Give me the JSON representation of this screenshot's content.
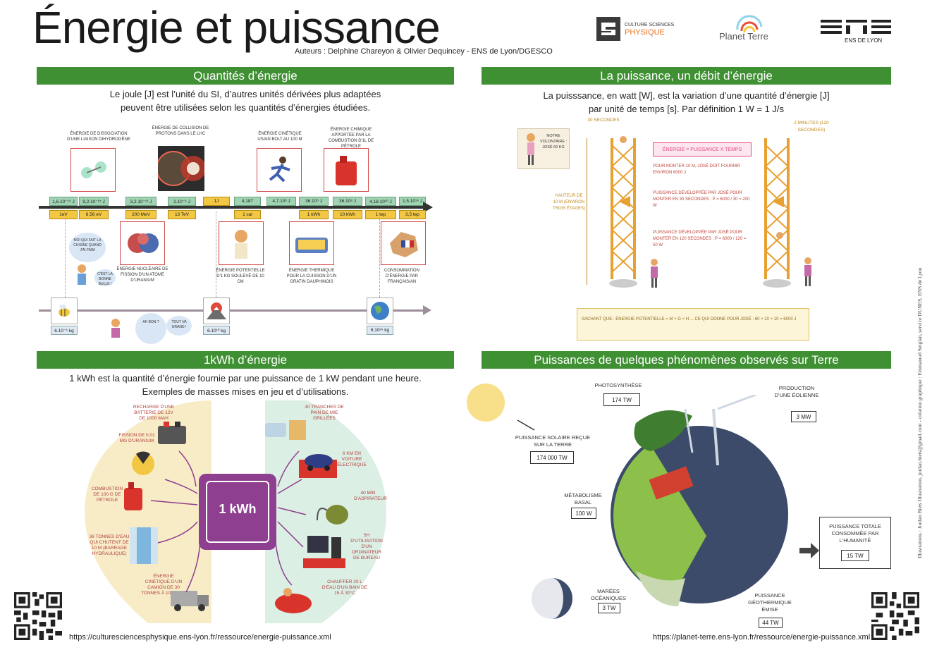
{
  "header": {
    "title": "Énergie et puissance",
    "authors": "Auteurs : Delphine Chareyon & Olivier Dequincey - ENS de Lyon/DGESCO",
    "logos": {
      "csp_line1": "CULTURE SCIENCES",
      "csp_line2": "PHYSIQUE",
      "planet_terre": "Planet Terre",
      "ens": "ENS DE LYON"
    }
  },
  "sections": {
    "quantites": {
      "title": "Quantités d’énergie",
      "intro_line1": "Le joule [J] est l’unité du SI, d’autres unités dérivées plus adaptées",
      "intro_line2": "peuvent être utilisées selon les quantités d’énergies étudiées."
    },
    "puissance": {
      "title": "La puissance, un débit d’énergie",
      "intro_line1": "La puisssance, en watt [W], est la variation d’une quantité d’énergie [J]",
      "intro_line2": "par unité de temps [s]. Par définition 1 W = 1 J/s"
    },
    "kwh": {
      "title": "1kWh d’énergie",
      "intro_line1": "1 kWh est la quantité d’énergie fournie par une puissance de 1 kW pendant une heure.",
      "intro_line2": "Exemples de masses mises en jeu et d’utilisations.",
      "center_label": "1 kWh"
    },
    "phenomenes": {
      "title": "Puissances de quelques phénomènes observés  sur Terre"
    }
  },
  "timeline": {
    "top_values": [
      "1,6.10⁻¹⁹ J",
      "9,2.10⁻¹⁵ J",
      "3,2.10⁻¹¹ J",
      "2.10⁻⁶ J",
      "1J",
      "4,187",
      "4,7.10³ J",
      "36.10⁵ J",
      "36.10⁸ J",
      "4,18.10¹⁰ J",
      "1,5.10¹⁸ J"
    ],
    "bottom_values": [
      "1eV",
      "6,56 eV",
      "200 MeV",
      "13 TeV",
      "1 cal",
      "1 kWh",
      "10 kWh",
      "1 tep",
      "3,5 tep"
    ],
    "upper_labels": [
      "Énergie de dissociation d'une liaison dihydrogène",
      "Énergie de collision de protons dans le LHC",
      "Énergie cinétique Usain Bolt au 100 m",
      "Énergie chimique apportée par la combustion d'1L de pétrole"
    ],
    "lower_labels": [
      "Énergie nucléaire de fission d'un atome d'uranium",
      "Énergie potentielle d'1 kg soulevé de 10 cm",
      "Énergie thermique pour la cuisson d'un gratin dauphinois",
      "Consommation d'énergie par français/an"
    ],
    "mass_values": [
      "6.10⁻⁶ kg",
      "6.10¹⁰ kg",
      "6.10²⁴ kg"
    ],
    "bubbles": [
      "Moi qui fait la cuisine quand j'ai faim",
      "C'est la bonne bulle !",
      "Ah bon ?",
      "Tout va grand !"
    ]
  },
  "puissance_panel": {
    "formula": "ÉNERGIE = PUISSANCE X TEMPS",
    "jose_box": "Notre volontaire : José 60 kg",
    "hauteur": "Hauteur de 10 m (environ trois étages)",
    "time_left": "30 secondes",
    "time_right": "2 minutes (120 secondes)",
    "note1": "Pour monter 10 m, José doit fournir environ 6000 J",
    "note2": "Puissance développée par José pour monter en 30 secondes : P = 6000 / 30 = 200 W",
    "note3": "Puissance développée par José pour monter en 120 secondes : P = 6000 / 120 = 50 W",
    "footnote": "sachant que : Énergie potentielle = m × g × h ... ce qui donne pour José : 60 × 10 × 10 = 6000 J"
  },
  "kwh_panel": {
    "left_labels": [
      "Recharge d'une batterie de 12V de 1000 mAh",
      "Fission de 0,01 mg d'uranium",
      "Combustion de 100 g de pétrole",
      "36 tonnes d'eau qui chutent de 10 m (barrage hydraulique)",
      "Énergie cinétique d'un camion de 30 tonnes à 100 km/h"
    ],
    "right_labels": [
      "30 tranches de pain de mie grillées",
      "6 km en voiture électrique",
      "40 min d'aspirateur",
      "5h d'utilisation d'un ordinateur de bureau",
      "Chauffer 20 L d'eau d'un bain de 15 à 30°C"
    ]
  },
  "phenomenes_panel": {
    "photosynthese_label": "Photosynthèse",
    "photosynthese_value": "174 TW",
    "eolienne_label": "Production d'une éolienne",
    "eolienne_value": "3 MW",
    "solaire_label": "Puissance solaire reçue sur la Terre",
    "solaire_value": "174 000 TW",
    "metabolisme_label": "Métabolisme basal",
    "metabolisme_value": "100 W",
    "humanite_label": "Puissance totale consommée par l'humanité",
    "humanite_value": "15 TW",
    "marees_label": "Marées océaniques",
    "marees_value": "3 TW",
    "geothermique_label": "Puissance géothermique émise",
    "geothermique_value": "44 TW"
  },
  "footer": {
    "url_left": "https://culturesciencesphysique.ens-lyon.fr/ressource/energie-puissance.xml",
    "url_right": "https://planet-terre.ens-lyon.fr/ressource/energie-puissance.xml",
    "credit": "Illustrations : Jordan Biets Illustration, jordan.biets@gmail.com - création graphique : Emmanuel Seiglan, service DUNES, ENS de Lyon"
  },
  "colors": {
    "section_green": "#3f8f33",
    "timeline_green": "#9fd3b2",
    "timeline_yellow": "#f2c744",
    "kwh_purple": "#8e3f8f",
    "illustration_red": "#d24848"
  }
}
